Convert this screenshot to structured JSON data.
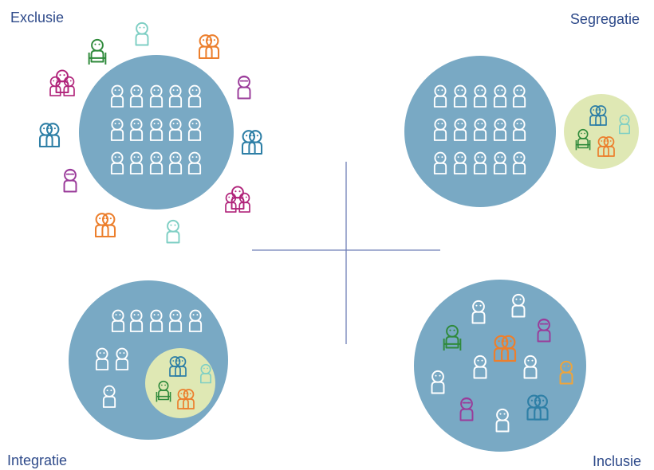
{
  "labels": {
    "exclusion": "Exclusie",
    "segregation": "Segregatie",
    "integration": "Integratie",
    "inclusion": "Inclusie"
  },
  "colors": {
    "big_circle": "#79a9c4",
    "small_circle": "#dfe8b4",
    "axis": "#6f7fb7",
    "label": "#2e4a8a",
    "figure_default": "#ffffff",
    "green": "#2f8a3b",
    "teal": "#7fcfc4",
    "orange": "#ec7f2d",
    "magenta": "#b0237a",
    "purple": "#9a3b9a",
    "blue": "#2e7fa6",
    "amber": "#f0a43a"
  },
  "icons": [
    "person-icon",
    "wheelchair-person-icon",
    "two-person-icon",
    "family-icon",
    "glasses-person-icon"
  ]
}
